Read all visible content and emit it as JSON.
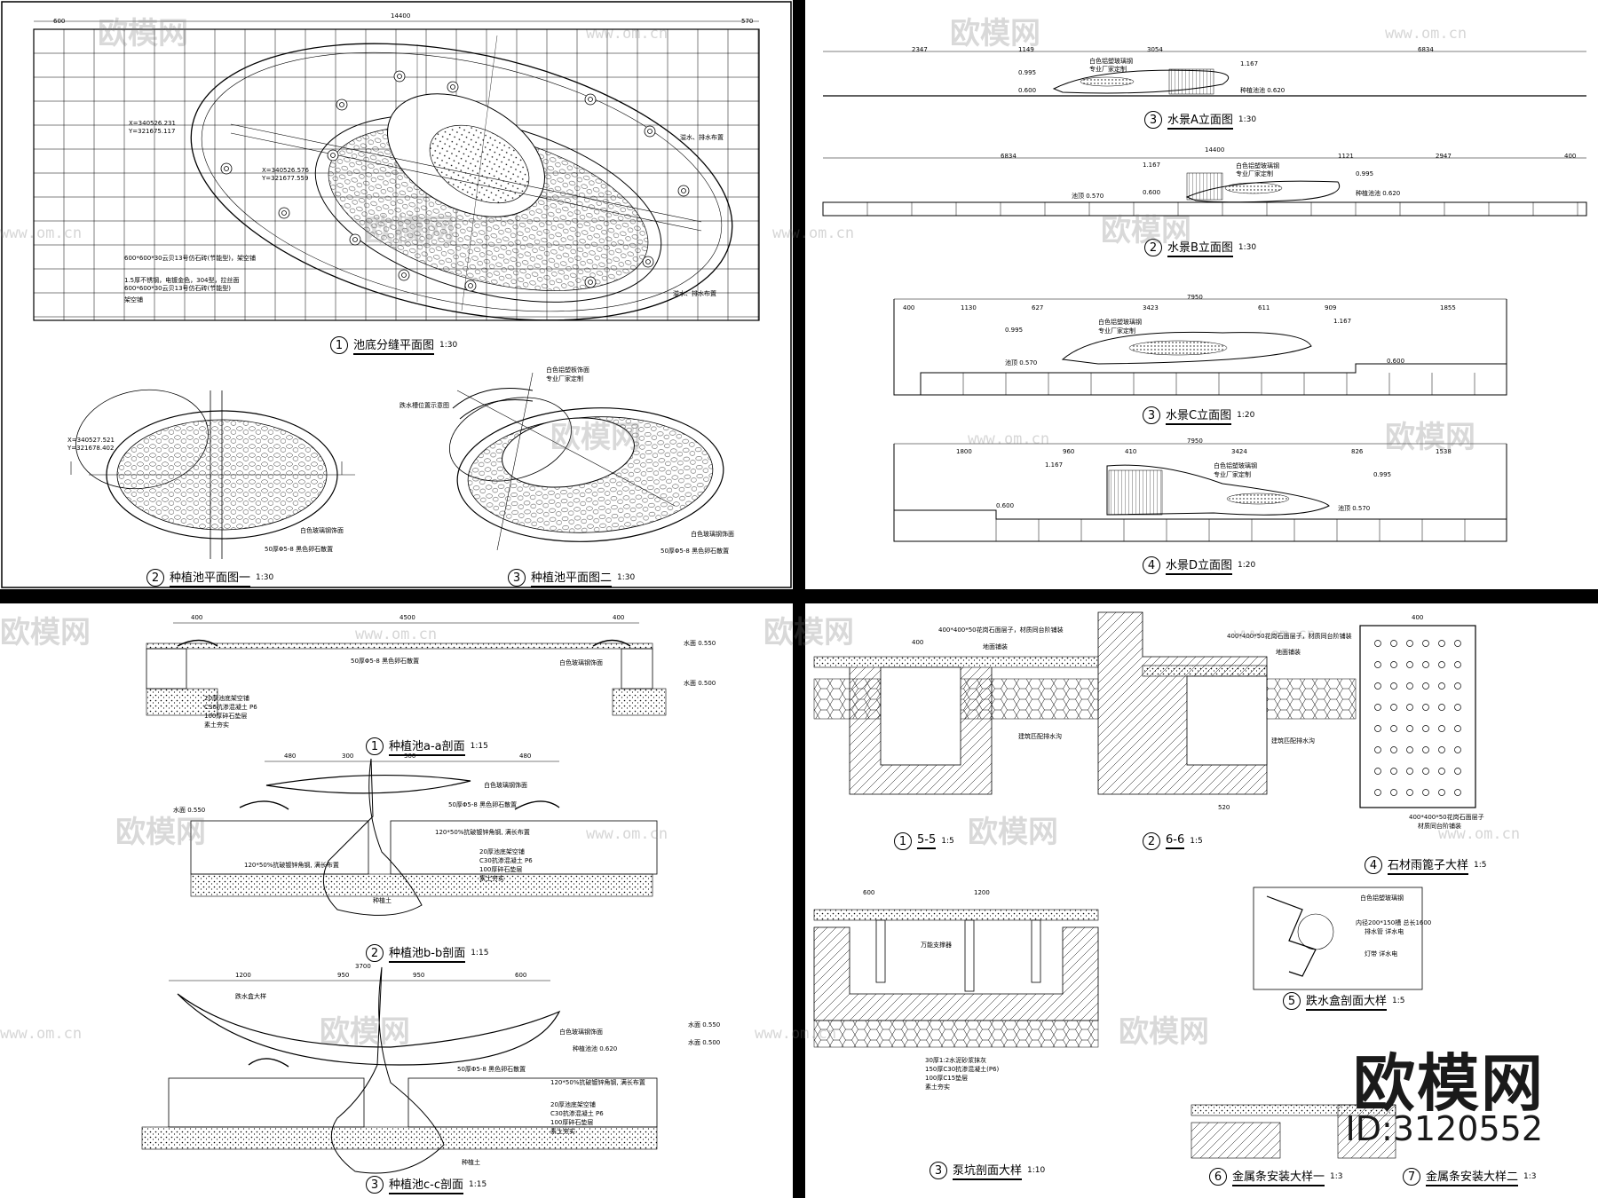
{
  "panels": {
    "p1": {
      "caps": [
        {
          "num": "1",
          "title": "池底分缝平面图",
          "scale": "1:30"
        },
        {
          "num": "2",
          "title": "种植池平面图一",
          "scale": "1:30"
        },
        {
          "num": "3",
          "title": "种植池平面图二",
          "scale": "1:30"
        }
      ],
      "dims_top": [
        "600",
        "14400",
        "570"
      ],
      "notes": {
        "n1": "600*600*30云贝13号仿石砖(节能型)，架空铺",
        "n2": "1.5厚不锈钢，电镀金色，304型，拉丝面",
        "n3": "600*600*30云贝13号仿石砖(节能型)",
        "n4": "架空铺",
        "n5": "溢水、排水布置",
        "n6": "溢水、排水布置",
        "n7": "白色铝塑板饰面",
        "n8": "专业厂家定制",
        "n9": "跌水槽位置示意图",
        "n10": "白色玻璃钢饰面",
        "n11": "50厚Φ5-8 黑色卵石散置",
        "c1": "X=340526.231",
        "c2": "Y=321675.117",
        "c3": "X=340526.576",
        "c4": "Y=321677.559",
        "c5": "X=340527.521",
        "c6": "Y=321678.402"
      }
    },
    "p2": {
      "caps": [
        {
          "num": "3",
          "title": "水景A立面图",
          "scale": "1:30"
        },
        {
          "num": "2",
          "title": "水景B立面图",
          "scale": "1:30"
        },
        {
          "num": "3",
          "title": "水景C立面图",
          "scale": "1:20"
        },
        {
          "num": "4",
          "title": "水景D立面图",
          "scale": "1:20"
        }
      ],
      "notes": {
        "n1": "白色铝塑玻璃钢",
        "n2": "专业厂家定制",
        "n3": "种植池池 0.620",
        "lv1": "0.995",
        "lv2": "0.600",
        "lv3": "1.167",
        "lv4": "池顶 0.570"
      },
      "dims_a": [
        "2347",
        "1149",
        "3054",
        "6834"
      ],
      "dims_b": [
        "6834",
        "14400",
        "1121",
        "2947",
        "400"
      ],
      "dims_c": [
        "400",
        "1130",
        "627",
        "3423",
        "611",
        "909",
        "1855",
        "7950"
      ],
      "dims_d": [
        "1800",
        "960",
        "410",
        "3424",
        "826",
        "1538",
        "7950"
      ]
    },
    "p3": {
      "caps": [
        {
          "num": "1",
          "title": "种植池a-a剖面",
          "scale": "1:15"
        },
        {
          "num": "2",
          "title": "种植池b-b剖面",
          "scale": "1:15"
        },
        {
          "num": "3",
          "title": "种植池c-c剖面",
          "scale": "1:15"
        }
      ],
      "notes": {
        "n1": "50厚Φ5-8 黑色卵石散置",
        "n2": "白色玻璃钢饰面",
        "n3": "20厚池底架空铺",
        "n4": "C30抗渗混凝土 P6",
        "n5": "100厚碎石垫层",
        "n6": "素土夯实",
        "n7": "种植土",
        "n8": "120*50%抗破镀锌角钢, 满长布置",
        "n9": "种植池池 0.620",
        "n10": "水面 0.550",
        "n11": "水面 0.500",
        "n12": "跌水盒大样"
      },
      "dims_a": [
        "400",
        "4500",
        "400"
      ],
      "dims_b": [
        "480",
        "300",
        "300",
        "480"
      ],
      "dims_c": [
        "1200",
        "950",
        "950",
        "600",
        "3700"
      ]
    },
    "p4": {
      "caps": [
        {
          "num": "1",
          "title": "5-5",
          "scale": "1:5"
        },
        {
          "num": "2",
          "title": "6-6",
          "scale": "1:5"
        },
        {
          "num": "4",
          "title": "石材雨篦子大样",
          "scale": "1:5"
        },
        {
          "num": "3",
          "title": "泵坑剖面大样",
          "scale": "1:10"
        },
        {
          "num": "5",
          "title": "跌水盒剖面大样",
          "scale": "1:5"
        },
        {
          "num": "6",
          "title": "金属条安装大样一",
          "scale": "1:3"
        },
        {
          "num": "7",
          "title": "金属条安装大样二",
          "scale": "1:3"
        }
      ],
      "notes": {
        "n1": "400*400*50花岗石面层子，材质同台阶铺装",
        "n2": "地面铺装",
        "n3": "建筑匹配排水沟",
        "n4": "400*400*50花岗石面层子",
        "n5": "材质同台阶铺装",
        "n6": "白色铝塑玻璃钢",
        "n7": "内径200*150槽 总长1600",
        "n8": "排水管 详水电",
        "n9": "灯带 详水电",
        "n10": "万能支撑器",
        "n11": "30厚1:2水泥砂浆抹灰",
        "n12": "150厚C30抗渗混凝土(P6)",
        "n13": "100厚C15垫层",
        "n14": "素土夯实"
      },
      "dims": [
        "400",
        "520",
        "400",
        "600",
        "1200",
        "400"
      ]
    }
  },
  "watermark": {
    "text": "欧模网",
    "url": "www.om.cn"
  },
  "brand": {
    "name": "欧模网",
    "id": "ID:3120552"
  }
}
